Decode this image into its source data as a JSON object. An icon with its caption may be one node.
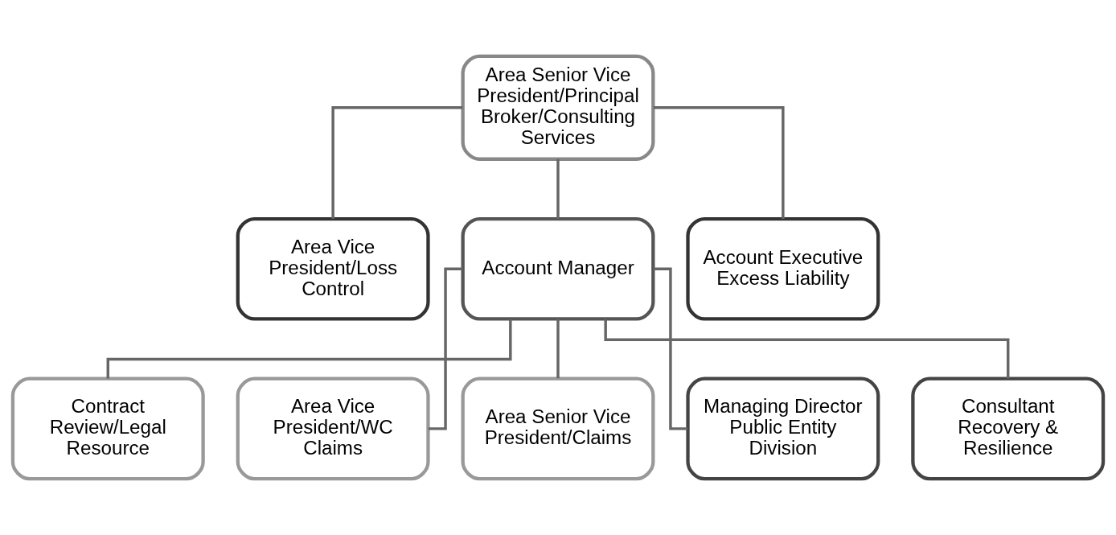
{
  "diagram": {
    "nodes": [
      {
        "text": [
          "Area Senior Vice President/Principal Broker/Consulting Services"
        ]
      },
      {
        "text": [
          "Area Vice President/Loss Control"
        ]
      },
      {
        "text": [
          "Account Manager"
        ]
      },
      {
        "text": [
          "Account Executive Excess Liability"
        ]
      },
      {
        "text": [
          "Contract Review/Legal Resource"
        ]
      },
      {
        "text": [
          "Area Vice President/WC Claims"
        ]
      },
      {
        "text": [
          "Area Senior Vice President/Claims"
        ]
      },
      {
        "text": [
          "Managing Director Public Entity Division"
        ]
      },
      {
        "text": [
          "Consultant Recovery & Resilience"
        ]
      }
    ],
    "edges": [
      {
        "from": 0,
        "to": 1,
        "arrow": "none"
      },
      {
        "from": 0,
        "to": 2,
        "arrow": "none"
      },
      {
        "from": 0,
        "to": 3,
        "arrow": "none"
      },
      {
        "from": 2,
        "to": 4,
        "arrow": "none"
      },
      {
        "from": 2,
        "to": 5,
        "arrow": "none"
      },
      {
        "from": 2,
        "to": 6,
        "arrow": "none"
      },
      {
        "from": 2,
        "to": 7,
        "arrow": "none"
      },
      {
        "from": 2,
        "to": 8,
        "arrow": "none"
      }
    ]
  }
}
